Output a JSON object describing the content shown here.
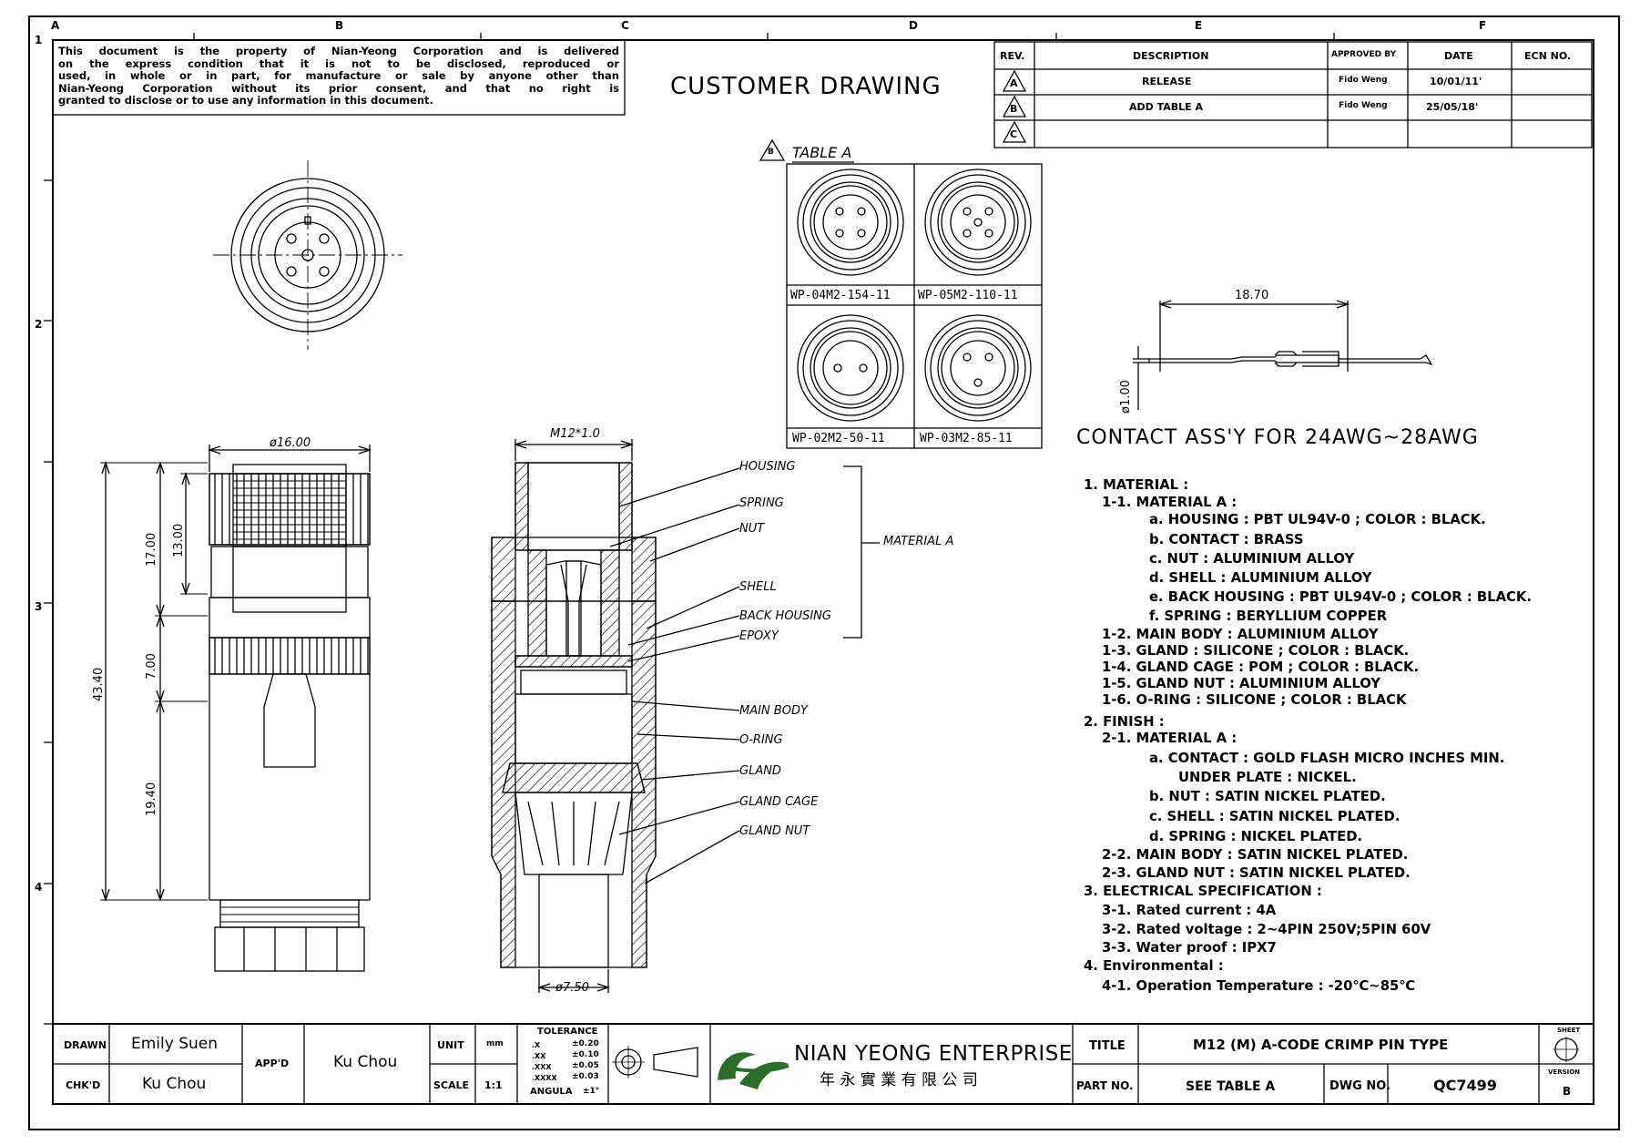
{
  "notice": [
    "This document is the property of Nian-Yeong Corporation and is delivered",
    "on the express condition that it is not to be disclosed, reproduced or",
    "used, in whole or in part, for manufacture or sale by anyone other than",
    "Nian-Yeong Corporation without its prior consent, and that no right is",
    "granted to disclose or to use any information in this document."
  ],
  "drawing_title": "CUSTOMER DRAWING",
  "grid": {
    "columns": [
      "A",
      "B",
      "C",
      "D",
      "E",
      "F"
    ],
    "rows": [
      "1",
      "2",
      "3",
      "4"
    ]
  },
  "revision_table": {
    "headers": [
      "REV.",
      "DESCRIPTION",
      "APPROVED BY",
      "DATE",
      "ECN NO."
    ],
    "rows": [
      {
        "rev": "A",
        "description": "RELEASE",
        "approved": "Fido Weng",
        "date": "10/01/11'",
        "ecn": ""
      },
      {
        "rev": "B",
        "description": "ADD TABLE A",
        "approved": "Fido Weng",
        "date": "25/05/18'",
        "ecn": ""
      },
      {
        "rev": "C",
        "description": "",
        "approved": "",
        "date": "",
        "ecn": ""
      }
    ]
  },
  "table_a": {
    "rev": "B",
    "title": "TABLE A",
    "parts": [
      "WP-04M2-154-11",
      "WP-05M2-110-11",
      "WP-02M2-50-11",
      "WP-03M2-85-11"
    ]
  },
  "contact": {
    "length": "18.70",
    "diameter": "ø1.00",
    "title": "CONTACT ASS'Y FOR 24AWG~28AWG"
  },
  "side_view": {
    "diameter": "ø16.00",
    "overall": "43.40",
    "thread_len": "13.00",
    "nut_len": "17.00",
    "body_len": "7.00",
    "lower_len": "19.40"
  },
  "section_view": {
    "thread": "M12*1.0",
    "bottom_dia": "ø7.50",
    "labels": [
      "HOUSING",
      "SPRING",
      "NUT",
      "SHELL",
      "BACK HOUSING",
      "EPOXY",
      "MAIN BODY",
      "O-RING",
      "GLAND",
      "GLAND CAGE",
      "GLAND NUT"
    ],
    "material_group": "MATERIAL A"
  },
  "spec": [
    "1. MATERIAL :",
    "1-1. MATERIAL A :",
    "a. HOUSING : PBT UL94V-0 ; COLOR : BLACK.",
    "b. CONTACT : BRASS",
    "c. NUT : ALUMINIUM ALLOY",
    "d. SHELL : ALUMINIUM ALLOY",
    "e. BACK HOUSING : PBT UL94V-0 ; COLOR : BLACK.",
    "f. SPRING : BERYLLIUM COPPER",
    "1-2. MAIN BODY : ALUMINIUM ALLOY",
    "1-3. GLAND : SILICONE ; COLOR : BLACK.",
    "1-4. GLAND CAGE : POM ; COLOR : BLACK.",
    "1-5. GLAND NUT : ALUMINIUM ALLOY",
    "1-6. O-RING : SILICONE ; COLOR : BLACK",
    "2. FINISH :",
    "2-1. MATERIAL A :",
    "a. CONTACT : GOLD FLASH MICRO INCHES MIN.",
    "UNDER PLATE : NICKEL.",
    "b. NUT : SATIN NICKEL PLATED.",
    "c. SHELL : SATIN NICKEL PLATED.",
    "d. SPRING : NICKEL PLATED.",
    "2-2. MAIN BODY : SATIN NICKEL PLATED.",
    "2-3. GLAND NUT : SATIN NICKEL PLATED.",
    "3. ELECTRICAL SPECIFICATION :",
    "3-1. Rated current : 4A",
    "3-2. Rated voltage : 2~4PIN 250V;5PIN 60V",
    "3-3. Water proof : IPX7",
    "4. Environmental :",
    "4-1. Operation Temperature : -20℃~85℃"
  ],
  "title_block": {
    "drawn_label": "DRAWN",
    "drawn": "Emily Suen",
    "chkd_label": "CHK'D",
    "chkd": "Ku Chou",
    "appd_label": "APP'D",
    "appd": "Ku Chou",
    "unit_label": "UNIT",
    "unit": "mm",
    "scale_label": "SCALE",
    "scale": "1:1",
    "tolerance_title": "TOLERANCE",
    "tolerances": [
      {
        "k": ".X",
        "v": "±0.20"
      },
      {
        "k": ".XX",
        "v": "±0.10"
      },
      {
        "k": ".XXX",
        "v": "±0.05"
      },
      {
        "k": ".XXXX",
        "v": "±0.03"
      },
      {
        "k": "ANGULA",
        "v": "±1°"
      }
    ],
    "company": "NIAN YEONG ENTERPRISE",
    "company_cn": "年 永 實 業 有 限 公 司",
    "title_label": "TITLE",
    "title": "M12 (M) A-CODE CRIMP PIN TYPE",
    "partno_label": "PART NO.",
    "partno": "SEE TABLE A",
    "dwgno_label": "DWG NO.",
    "dwgno": "QC7499",
    "sheet_label": "SHEET",
    "version_label": "VERSION",
    "version": "B"
  }
}
